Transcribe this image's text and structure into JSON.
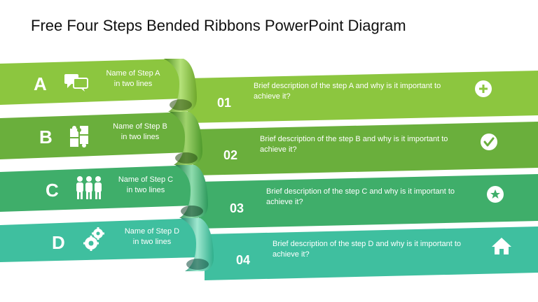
{
  "title": "Free Four Steps Bended Ribbons PowerPoint Diagram",
  "colors": {
    "step_a": "#8cc63f",
    "step_b": "#6aaf3c",
    "step_c": "#3fae6a",
    "step_d": "#3fbf9f"
  },
  "steps": [
    {
      "letter": "A",
      "name": "Name of Step A\nin two lines",
      "number": "01",
      "description": "Brief description  of the step A and why is it important to\nachieve it?",
      "left_icon": "speech-bubbles-icon",
      "right_icon": "plus-circle-icon"
    },
    {
      "letter": "B",
      "name": "Name of Step B\nin two lines",
      "number": "02",
      "description": "Brief description  of the step B and why is it important to\nachieve it?",
      "left_icon": "puzzle-icon",
      "right_icon": "checkmark-circle-icon"
    },
    {
      "letter": "C",
      "name": "Name of Step C\nin two lines",
      "number": "03",
      "description": "Brief description  of the step C and why is it important to\nachieve it?",
      "left_icon": "team-icon",
      "right_icon": "star-circle-icon"
    },
    {
      "letter": "D",
      "name": "Name of Step D\nin two lines",
      "number": "04",
      "description": "Brief description  of the step D and why is it important to\nachieve it?",
      "left_icon": "gears-icon",
      "right_icon": "home-icon"
    }
  ]
}
